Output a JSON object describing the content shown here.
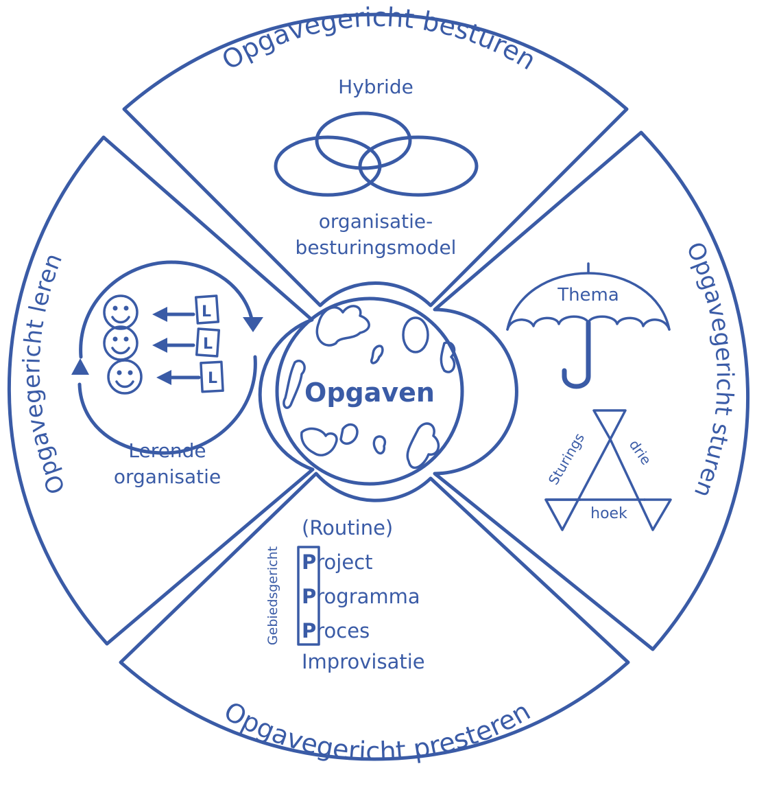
{
  "colors": {
    "accent": "#3a5ba6",
    "background": "#ffffff"
  },
  "center": {
    "label": "Opgaven"
  },
  "top": {
    "title": "Opgavegericht besturen",
    "subtitle": "Hybride",
    "caption_line1": "organisatie-",
    "caption_line2": "besturingsmodel",
    "icon": "three-overlapping-ellipses-icon"
  },
  "right": {
    "title": "Opgavegericht sturen",
    "umbrella_label": "Thema",
    "triangle_left": "Sturings",
    "triangle_right": "drie",
    "triangle_bottom": "hoek",
    "icons": [
      "umbrella-icon",
      "star-of-david-icon"
    ]
  },
  "bottom": {
    "title": "Opgavegericht presteren",
    "side_label": "Gebiedsgericht",
    "item0": "(Routine)",
    "item1_initial": "P",
    "item1_rest": "roject",
    "item2_initial": "P",
    "item2_rest": "rogramma",
    "item3_initial": "P",
    "item3_rest": "roces",
    "item4": "Improvisatie"
  },
  "left": {
    "title": "Opgavegericht leren",
    "caption_line1": "Lerende",
    "caption_line2": "organisatie",
    "card_letter": "L",
    "icons": [
      "smiley-icon",
      "document-l-icon",
      "cycle-arrow-icon"
    ]
  }
}
